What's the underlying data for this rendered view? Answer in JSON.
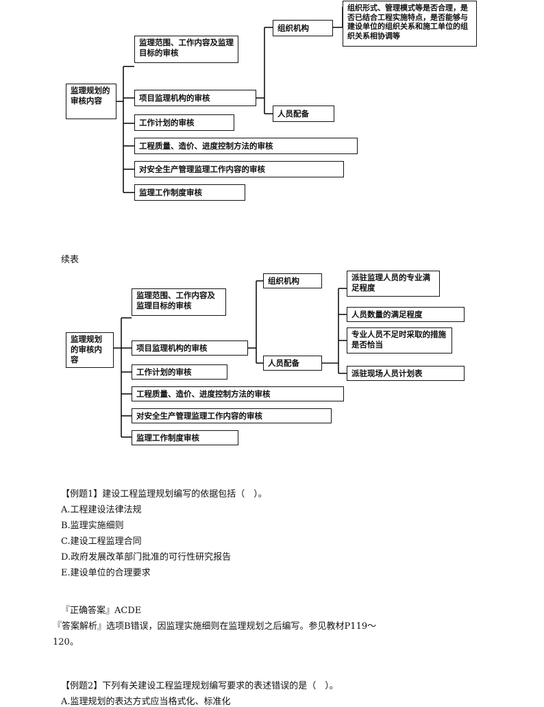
{
  "diagram1": {
    "root": "监理规划的审核内容",
    "branches": [
      "监理范围、工作内容及监理目标的审核",
      "项目监理机构的审核",
      "工作计划的审核",
      "工程质量、造价、进度控制方法的审核",
      "对安全生产管理监理工作内容的审核",
      "监理工作制度审核"
    ],
    "org": "组织机构",
    "staff": "人员配备",
    "org_note": "组织形式、管理模式等是否合理，是否已结合工程实施特点，是否能够与建设单位的组织关系和施工单位的组织关系相协调等"
  },
  "caption": "续表",
  "diagram2": {
    "root": "监理规划的审核内容",
    "branches": [
      "监理范围、工作内容及监理目标的审核",
      "项目监理机构的审核",
      "工作计划的审核",
      "工程质量、造价、进度控制方法的审核",
      "对安全生产管理监理工作内容的审核",
      "监理工作制度审核"
    ],
    "org": "组织机构",
    "staff": "人员配备",
    "staff_items": [
      "派驻监理人员的专业满足程度",
      "人员数量的满足程度",
      "专业人员不足时采取的措施是否恰当",
      "派驻现场人员计划表"
    ]
  },
  "example1": {
    "question": "【例题1】建设工程监理规划编写的依据包括（　）。",
    "options": [
      "A.工程建设法律法规",
      "B.监理实施细则",
      "C.建设工程监理合同",
      "D.政府发展改革部门批准的可行性研究报告",
      "E.建设单位的合理要求"
    ],
    "answer": "『正确答案』ACDE",
    "analysis_line1": "『答案解析』选项B错误，因监理实施细则在监理规划之后编写。参见教材P119～",
    "analysis_line2": "120。"
  },
  "example2": {
    "question": "【例题2】下列有关建设工程监理规划编写要求的表述错误的是（　）。",
    "options": [
      "A.监理规划的表达方式应当格式化、标准化"
    ]
  }
}
